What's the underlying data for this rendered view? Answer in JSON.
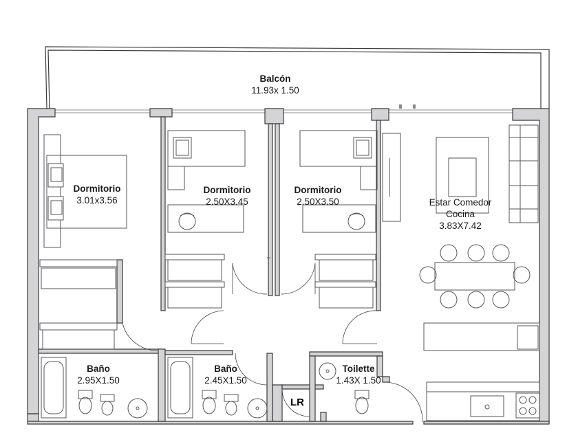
{
  "rooms": {
    "balcon": {
      "name": "Balcón",
      "dims": "11.93x 1.50"
    },
    "dorm1": {
      "name": "Dormitorio",
      "dims": "3.01x3.56"
    },
    "dorm2": {
      "name": "Dormitorio",
      "dims": "2.50X3.45"
    },
    "dorm3": {
      "name": "Dormitorio",
      "dims": "2.50X3.50"
    },
    "estar": {
      "name": "Estar Comedor",
      "name2": "Cocina",
      "dims": "3.83X7.42"
    },
    "bano1": {
      "name": "Baño",
      "dims": "2.95X1.50"
    },
    "bano2": {
      "name": "Baño",
      "dims": "2.45X1.50"
    },
    "toilette": {
      "name": "Toilette",
      "dims": "1.43X 1.50"
    },
    "lr": {
      "name": "LR"
    }
  }
}
